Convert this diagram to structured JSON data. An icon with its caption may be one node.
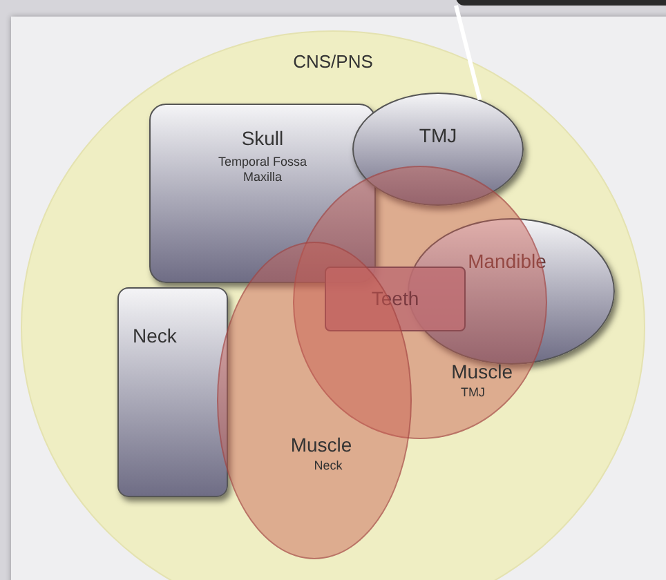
{
  "diagram": {
    "nodes": [
      {
        "text": [
          "CNS/PNS"
        ]
      },
      {
        "text": [
          "Skull",
          "Temporal Fossa",
          "Maxilla"
        ],
        "in": 0
      },
      {
        "text": [
          "TMJ"
        ],
        "in": 0
      },
      {
        "text": [
          "Mandible"
        ],
        "in": 0
      },
      {
        "text": [
          "Neck"
        ],
        "in": 0
      },
      {
        "text": [
          "Teeth"
        ],
        "in": 6
      },
      {
        "text": [
          "Muscle",
          "TMJ"
        ],
        "in": 0
      },
      {
        "text": [
          "Muscle",
          "Neck"
        ],
        "in": 0
      },
      {
        "text": [],
        "shape": "box"
      }
    ],
    "edges": [
      {
        "from": 2,
        "to": 8,
        "arrow": "none",
        "color": "#ffffff"
      }
    ]
  }
}
